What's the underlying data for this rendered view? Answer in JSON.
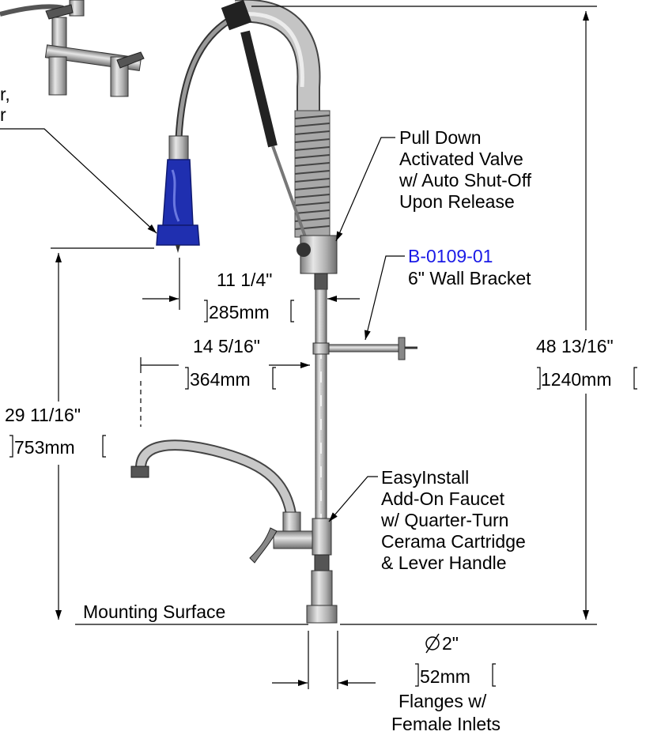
{
  "callouts": {
    "spray_valve_partial": [
      "r,",
      "r"
    ],
    "pull_down_valve": [
      "Pull Down",
      "Activated Valve",
      "w/ Auto Shut-Off",
      "Upon Release"
    ],
    "wall_bracket": {
      "part_number": "B-0109-01",
      "description": "6\" Wall Bracket"
    },
    "add_on_faucet": [
      "EasyInstall",
      "Add-On Faucet",
      "w/ Quarter-Turn",
      "Cerama Cartridge",
      "& Lever Handle"
    ],
    "mounting_surface": "Mounting Surface",
    "flange": [
      "Flanges w/",
      "Female Inlets"
    ]
  },
  "dimensions": {
    "spray_reach": {
      "imperial": "11 1/4\"",
      "metric": "285mm"
    },
    "faucet_reach": {
      "imperial": "14 5/16\"",
      "metric": "364mm"
    },
    "spray_height": {
      "imperial": "29 11/16\"",
      "metric": "753mm"
    },
    "overall_height": {
      "imperial": "48 13/16\"",
      "metric": "1240mm"
    },
    "flange_diameter": {
      "imperial": "2\"",
      "metric": "52mm"
    }
  },
  "colors": {
    "line": "#000000",
    "part_number": "#1a1ae6",
    "spray_head": "#1f2fb0",
    "chrome": "#b8b8b8"
  }
}
